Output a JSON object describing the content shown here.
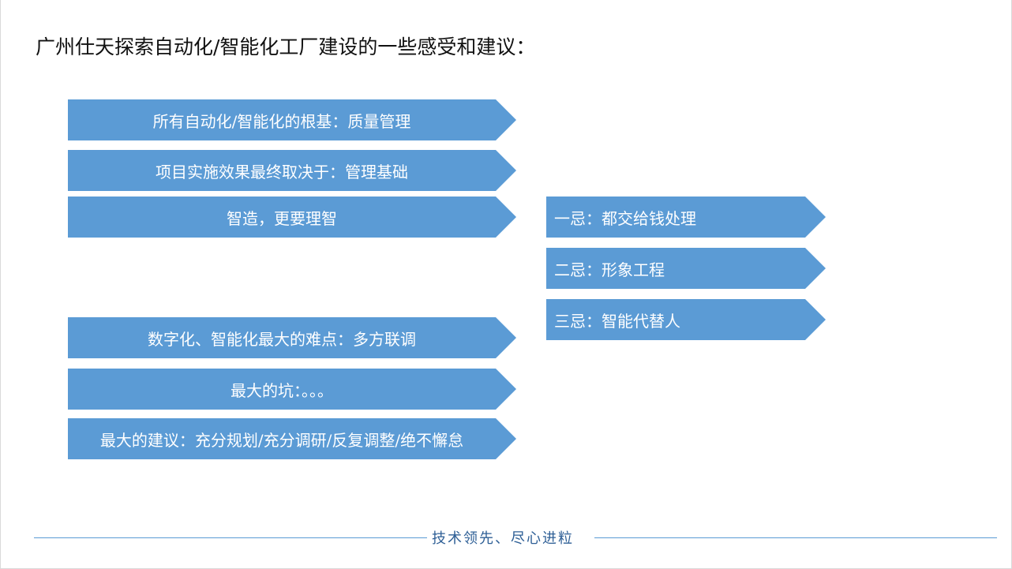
{
  "title": "广州仕天探索自动化/智能化工厂建设的一些感受和建议：",
  "left_items": [
    "所有自动化/智能化的根基：质量管理",
    "项目实施效果最终取决于：管理基础",
    "智造，更要理智",
    "数字化、智能化最大的难点：多方联调",
    "最大的坑：。。。",
    "最大的建议：充分规划/充分调研/反复调整/绝不懈怠"
  ],
  "right_items": [
    "一忌：都交给钱处理",
    "二忌：形象工程",
    "三忌：智能代替人"
  ],
  "footer": {
    "slogan": "技术领先、尽心进粒"
  },
  "colors": {
    "arrow_fill": "#5b9bd5",
    "footer_line": "#5b9bd5",
    "footer_text": "#2e5f96"
  }
}
